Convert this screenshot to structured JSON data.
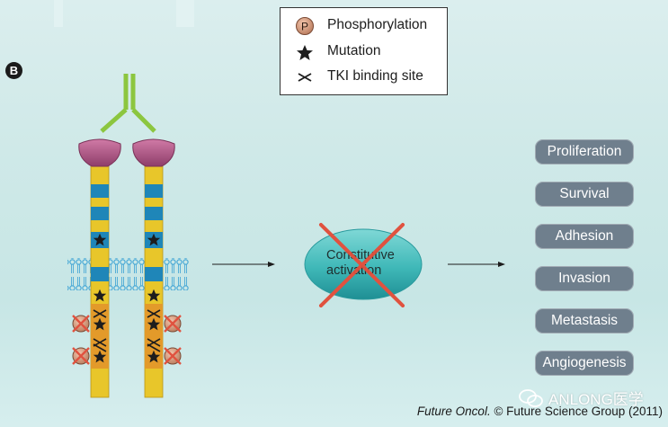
{
  "panel_label": "B",
  "legend": {
    "items": [
      {
        "symbol": "phosphorylation-icon",
        "glyph": "P",
        "label": "Phosphorylation"
      },
      {
        "symbol": "star-icon",
        "label": "Mutation"
      },
      {
        "symbol": "tki-binding-icon",
        "label": "TKI binding site"
      }
    ]
  },
  "center": {
    "line1": "Constitutive",
    "line2": "activation",
    "crossed_out": true
  },
  "outcomes": [
    "Proliferation",
    "Survival",
    "Adhesion",
    "Invasion",
    "Metastasis",
    "Angiogenesis"
  ],
  "credit": {
    "journal": "Future Oncol.",
    "rest": " © Future Science Group (2011)"
  },
  "watermark": "ANLONG医学",
  "colors": {
    "receptor_yellow": "#e8c62a",
    "receptor_band_blue": "#1f86b8",
    "kinase_orange": "#e39a2a",
    "ligand_green": "#8cc63f",
    "head_pink": "#b9628e",
    "membrane_blue": "#5bb4dc",
    "ellipse_teal": "#3fb8b8",
    "cross_red": "#e0523f",
    "outcome_box": "#6f7f8d"
  }
}
